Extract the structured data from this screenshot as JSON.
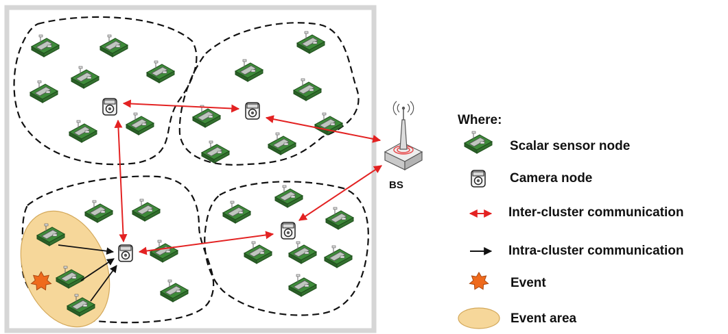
{
  "diagram": {
    "base_station_label": "BS",
    "legend": {
      "title": "Where:",
      "items": [
        {
          "icon": "scalar-sensor-node-icon",
          "label": "Scalar sensor node"
        },
        {
          "icon": "camera-node-icon",
          "label": "Camera node"
        },
        {
          "icon": "inter-cluster-arrow-icon",
          "label": "Inter-cluster communication"
        },
        {
          "icon": "intra-cluster-arrow-icon",
          "label": "Intra-cluster communication"
        },
        {
          "icon": "event-star-icon",
          "label": "Event"
        },
        {
          "icon": "event-area-ellipse-icon",
          "label": "Event area"
        }
      ]
    },
    "colors": {
      "frame": "#d6d6d6",
      "cluster_border": "#111111",
      "inter_cluster_arrow": "#e32222",
      "intra_cluster_arrow": "#111111",
      "event_star": "#ef6a1c",
      "event_area": "#f6d79a",
      "sensor_board": "#3e8b3a",
      "base_station_signal": "#e8484a"
    }
  }
}
